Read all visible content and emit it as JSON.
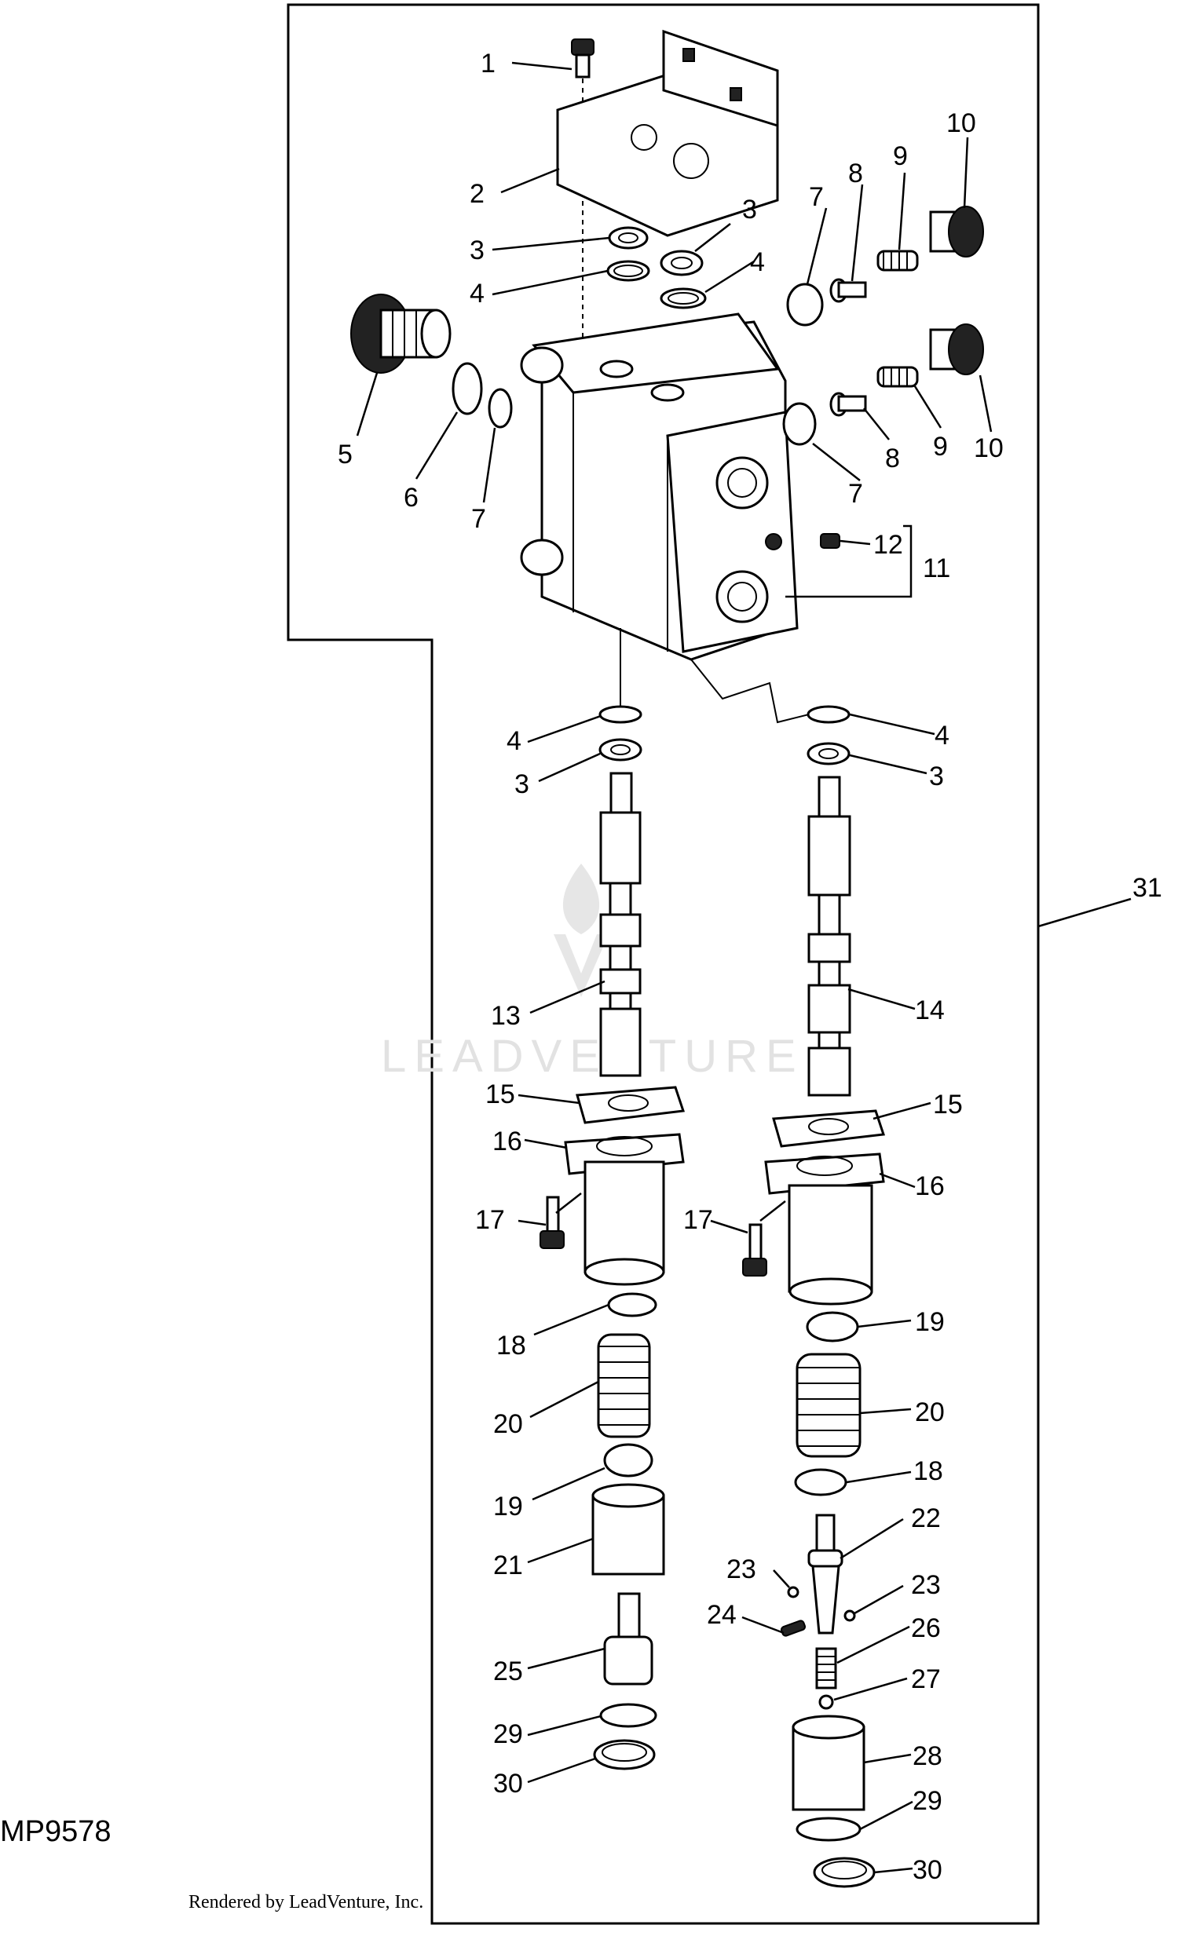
{
  "figure": {
    "code": "MP9578",
    "credit": "Rendered by LeadVenture, Inc.",
    "watermark": "LEADVENTURE"
  },
  "callouts": [
    "1",
    "2",
    "3",
    "4",
    "5",
    "6",
    "7",
    "8",
    "9",
    "10",
    "11",
    "12",
    "13",
    "14",
    "15",
    "16",
    "17",
    "18",
    "19",
    "20",
    "21",
    "22",
    "23",
    "24",
    "25",
    "26",
    "27",
    "28",
    "29",
    "30",
    "31"
  ],
  "colors": {
    "ink": "#000000",
    "paper": "#ffffff",
    "watermark": "#e2e2e2"
  }
}
